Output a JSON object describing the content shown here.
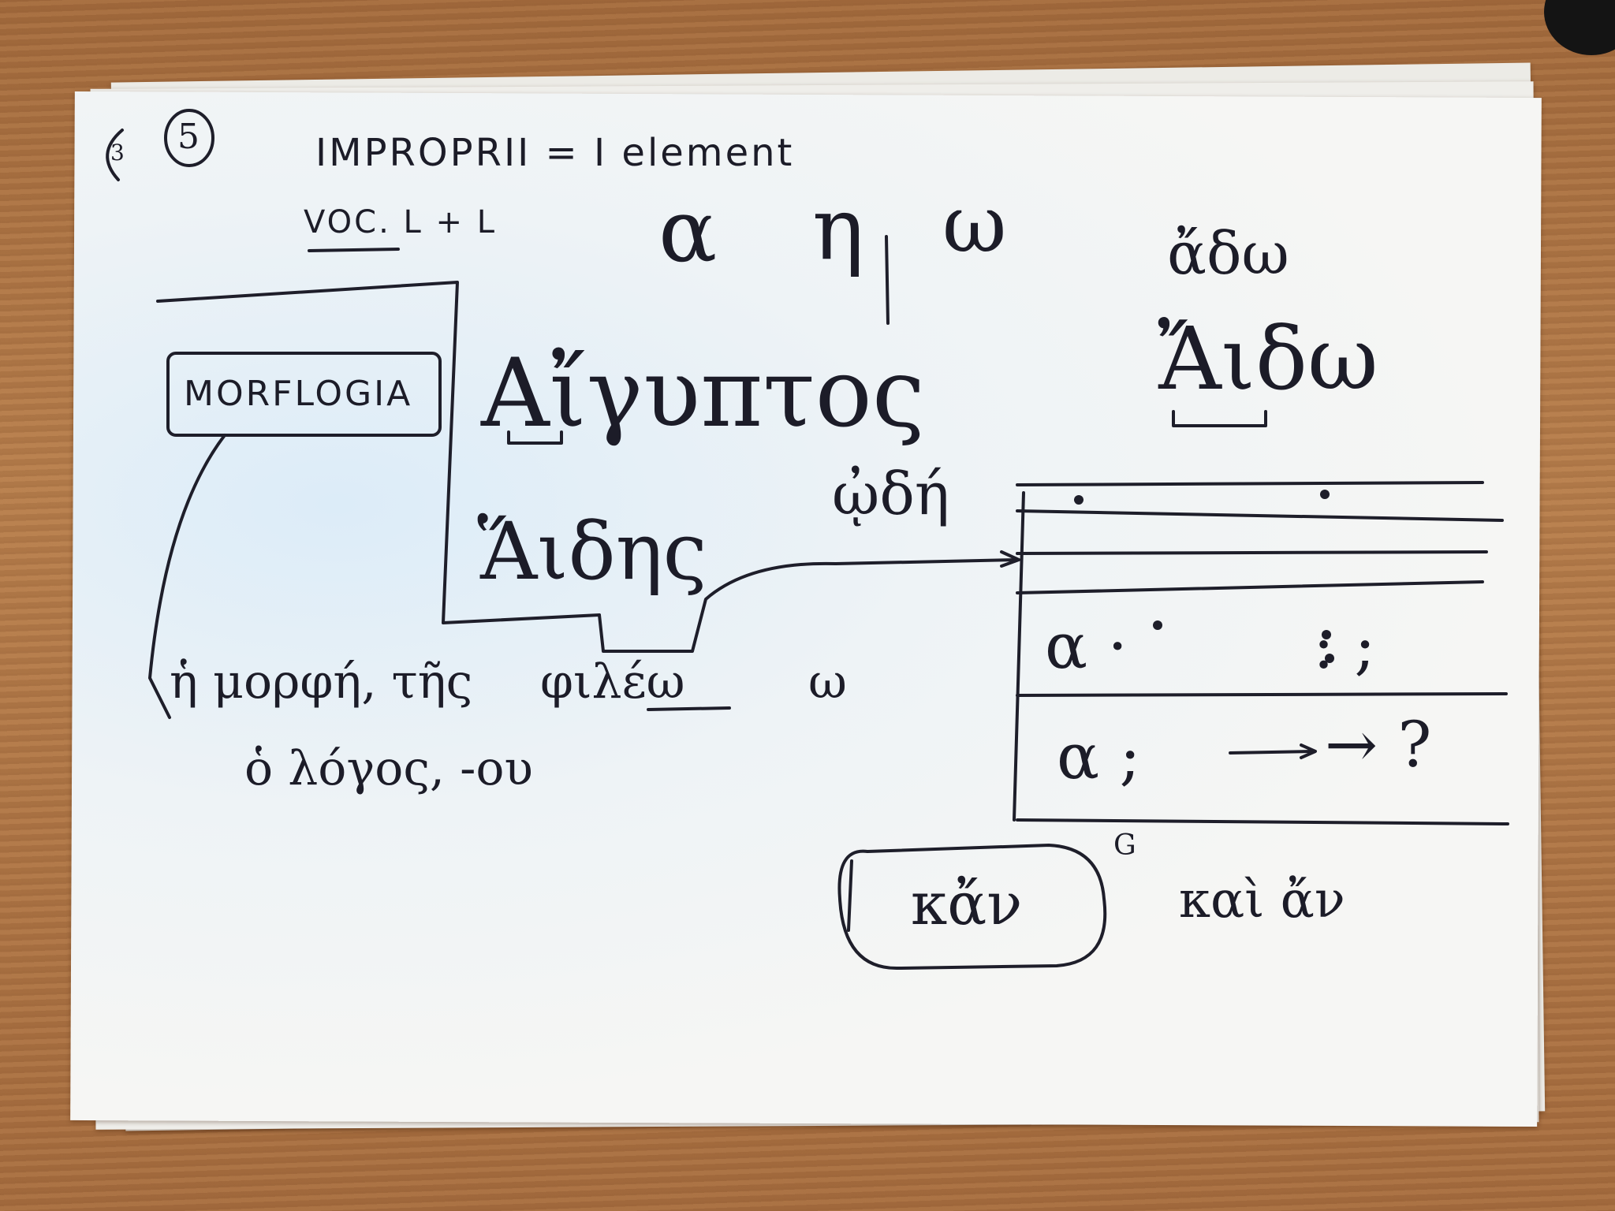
{
  "note": {
    "page_number": "5",
    "margin_mark": "3",
    "title": "IMPROPRII = I element",
    "subtitle": "VOC. L + L",
    "vowels": [
      "α",
      "η",
      "ω"
    ],
    "box_label": "MORFLOGIA",
    "words": {
      "aigyptos": "Αἴγυπτος",
      "aides": "Ἅιδης",
      "aido": "ἄδω",
      "aido_caps": "Ἄιδω",
      "ode": "ᾠδή",
      "morphe_phrase": "ἡ μορφή, τῆς",
      "phileo": "φιλέω",
      "omega": "ω",
      "logos": "ὁ λόγος, -ου"
    },
    "punctuation_table": {
      "rows": [
        {
          "left": "·",
          "right": "·"
        },
        {
          "left": ",",
          "right": ","
        },
        {
          "left": "α ·",
          "right": ": ;"
        },
        {
          "left": "α ;",
          "right": "→ ?"
        }
      ]
    },
    "kan_box": "κἄν",
    "kan_expansion": "καὶ ἄν",
    "side_mark": "G"
  }
}
